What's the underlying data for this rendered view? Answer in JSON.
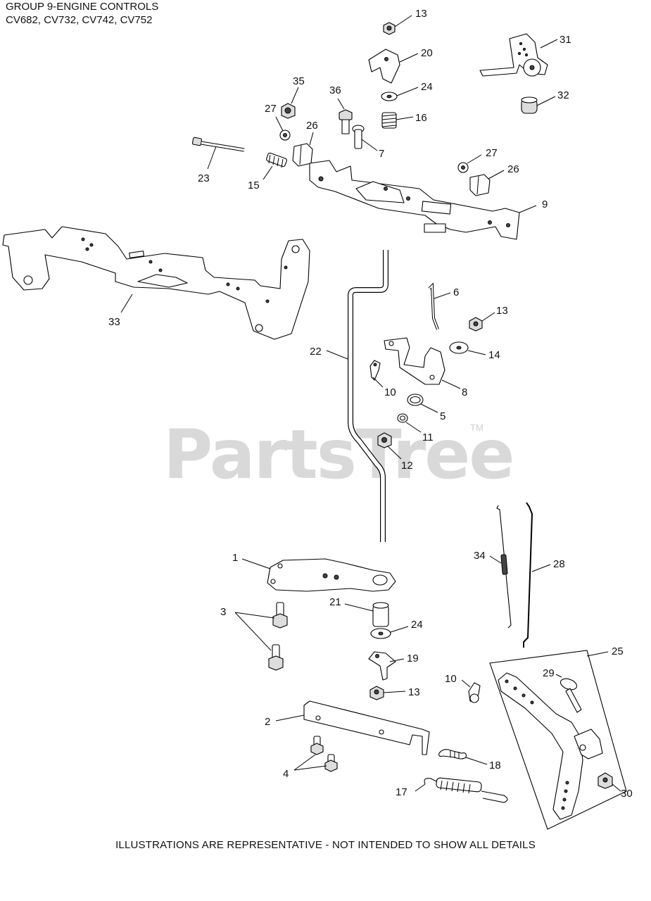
{
  "header": {
    "title": "GROUP 9-ENGINE CONTROLS",
    "models": "CV682, CV732, CV742, CV752"
  },
  "footer": {
    "note": "ILLUSTRATIONS ARE REPRESENTATIVE - NOT INTENDED TO SHOW ALL DETAILS"
  },
  "watermark": {
    "brand": "PartsTree",
    "trademark": "TM"
  },
  "callouts": {
    "c1": "1",
    "c2": "2",
    "c3": "3",
    "c4": "4",
    "c5": "5",
    "c6": "6",
    "c7": "7",
    "c8": "8",
    "c9": "9",
    "c10a": "10",
    "c10b": "10",
    "c11": "11",
    "c12": "12",
    "c13a": "13",
    "c13b": "13",
    "c13c": "13",
    "c14": "14",
    "c15": "15",
    "c16": "16",
    "c17": "17",
    "c18": "18",
    "c19": "19",
    "c20": "20",
    "c21": "21",
    "c22": "22",
    "c23": "23",
    "c24a": "24",
    "c24b": "24",
    "c25": "25",
    "c26a": "26",
    "c26b": "26",
    "c27a": "27",
    "c27b": "27",
    "c28": "28",
    "c29": "29",
    "c30": "30",
    "c31": "31",
    "c32": "32",
    "c33": "33",
    "c34": "34",
    "c35": "35",
    "c36": "36"
  }
}
